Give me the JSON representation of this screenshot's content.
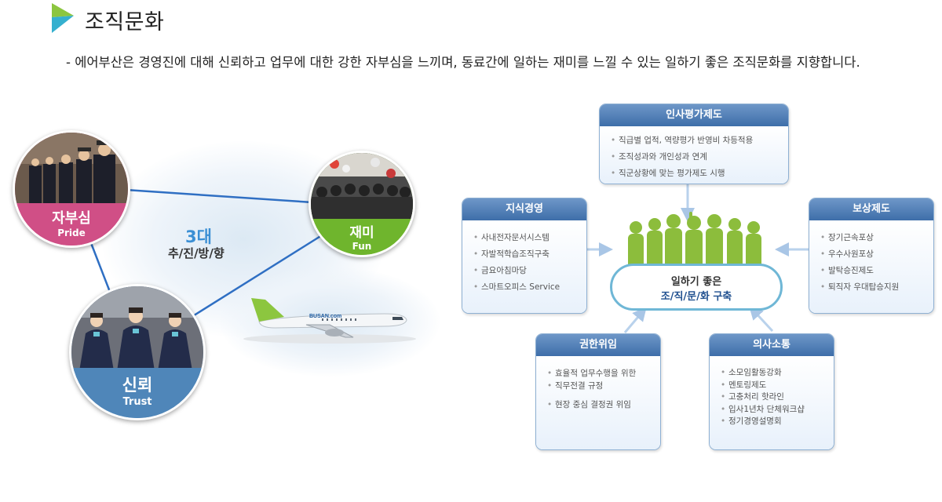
{
  "header": {
    "title": "조직문화",
    "description": "- 에어부산은 경영진에 대해 신뢰하고 업무에 대한 강한 자부심을 느끼며, 동료간에 일하는 재미를 느낄 수 있는 일하기 좋은 조직문화를 지향합니다."
  },
  "values": {
    "center_number": "3대",
    "center_sub": "추/진/방/향",
    "pride": {
      "ko": "자부심",
      "en": "Pride",
      "color": "#d04f86"
    },
    "fun": {
      "ko": "재미",
      "en": "Fun",
      "color": "#6fb52d"
    },
    "trust": {
      "ko": "신뢰",
      "en": "Trust",
      "color": "#4f86b9"
    },
    "plane_logo": "BUSAN.com"
  },
  "boxes": {
    "hr_eval": {
      "title": "인사평가제도",
      "items": [
        "직급별 업적, 역량평가 반영비 차등적용",
        "조직성과와 개인성과 연계",
        "직군상황에 맞는 평가제도 시행"
      ]
    },
    "knowledge": {
      "title": "지식경영",
      "items": [
        "사내전자문서시스템",
        "자발적학습조직구축",
        "금요아침마당",
        "스마트오피스 Service"
      ]
    },
    "reward": {
      "title": "보상제도",
      "items": [
        "장기근속포상",
        "우수사원포상",
        "발탁승진제도",
        "퇴직자 우대탑승지원"
      ]
    },
    "delegation": {
      "title": "권한위임",
      "items": [
        "효율적 업무수행을 위한",
        "직무전결 규정",
        "현장 중심 결정권 위임"
      ]
    },
    "communication": {
      "title": "의사소통",
      "items": [
        "소모임활동강화",
        "멘토링제도",
        "고충처리 핫라인",
        "입사1년차 단체워크샵",
        "정기경영설명회"
      ]
    }
  },
  "center": {
    "line1": "일하기 좋은",
    "line2": "조/직/문/화 구축"
  },
  "colors": {
    "box_header": "#3e6ea9",
    "oval_border": "#6fb7d6",
    "people_green": "#8cbd3c"
  }
}
